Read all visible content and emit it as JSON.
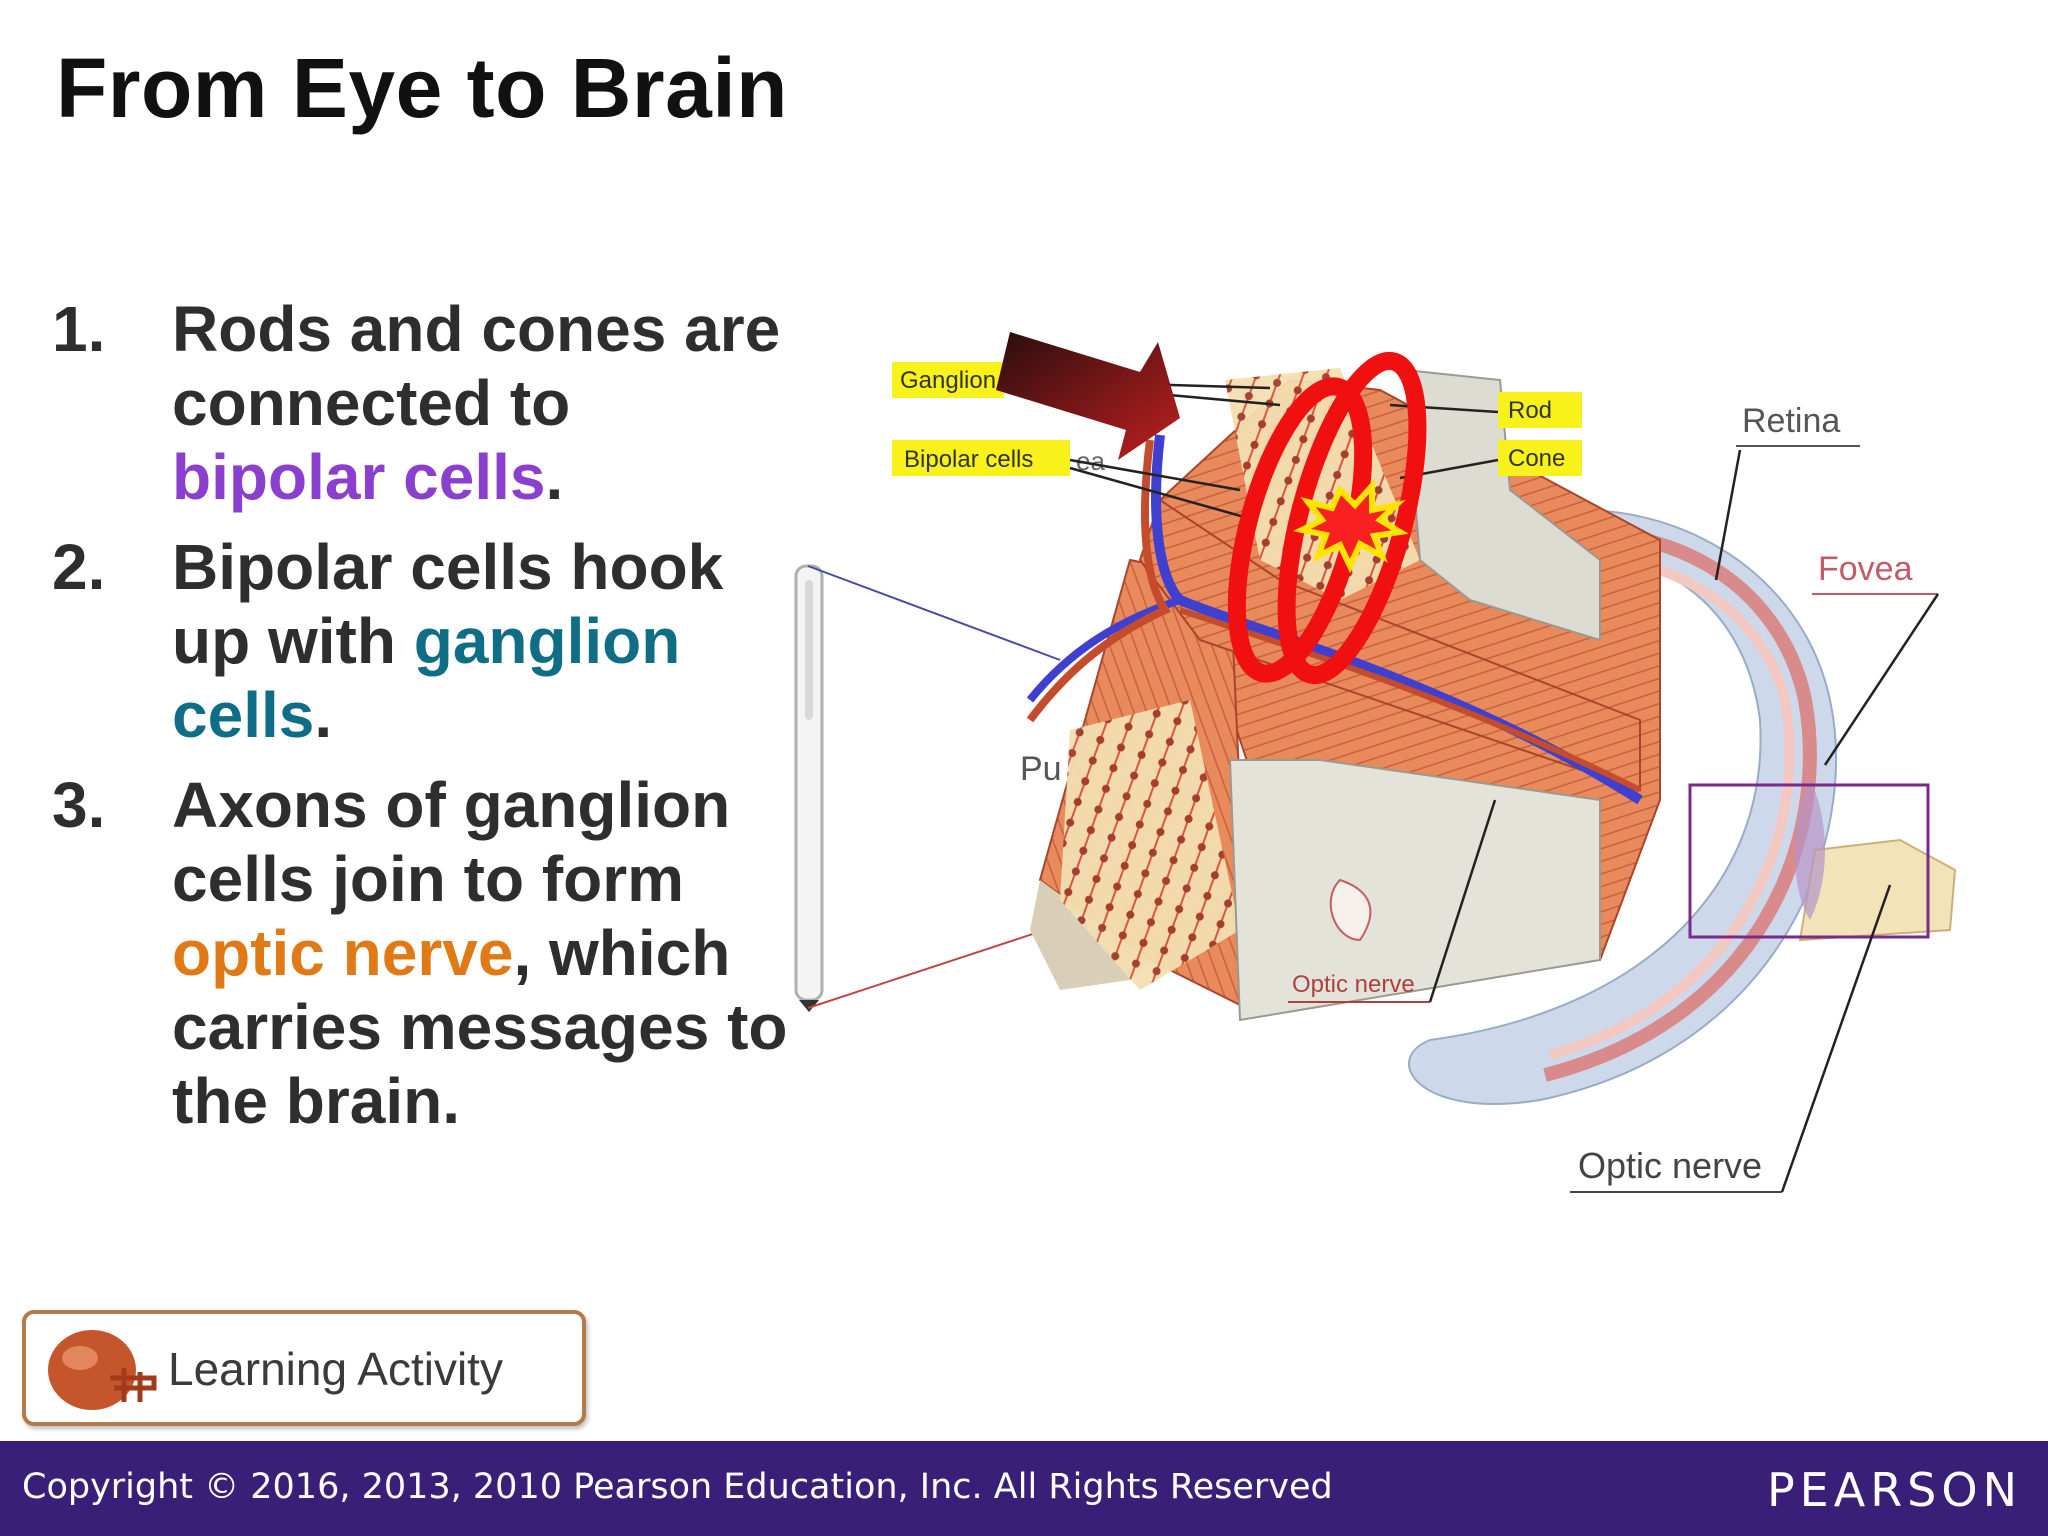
{
  "slide": {
    "title": "From Eye to Brain"
  },
  "points": [
    {
      "number": "1.",
      "text_a": "Rods and cones are connected to ",
      "highlight": "bipolar cells",
      "text_b": "."
    },
    {
      "number": "2.",
      "text_a": "Bipolar cells hook up with ",
      "highlight": "ganglion cells",
      "text_b": "."
    },
    {
      "number": "3.",
      "text_a": "Axons of ganglion cells join to form ",
      "highlight": "optic nerve",
      "text_b": ", which carries messages to the brain."
    }
  ],
  "diagram": {
    "labels": {
      "ganglion": "Ganglion",
      "bipolar": "Bipolar cells",
      "rod": "Rod",
      "cone": "Cone",
      "retina": "Retina",
      "fovea": "Fovea",
      "optic_nerve_small": "Optic nerve",
      "optic_nerve": "Optic nerve",
      "pupil_fragment": "Pu",
      "fovea_fragment": "ea"
    }
  },
  "learning_activity": {
    "label": "Learning Activity",
    "icon": "football-helmet-icon"
  },
  "footer": {
    "copyright": "Copyright © 2016, 2013, 2010 Pearson Education, Inc. All Rights Reserved",
    "brand": "PEARSON"
  },
  "colors": {
    "bipolar": "#8b3fcf",
    "ganglion": "#0f6e86",
    "optic": "#e07a16",
    "footer": "#3a1f78"
  }
}
